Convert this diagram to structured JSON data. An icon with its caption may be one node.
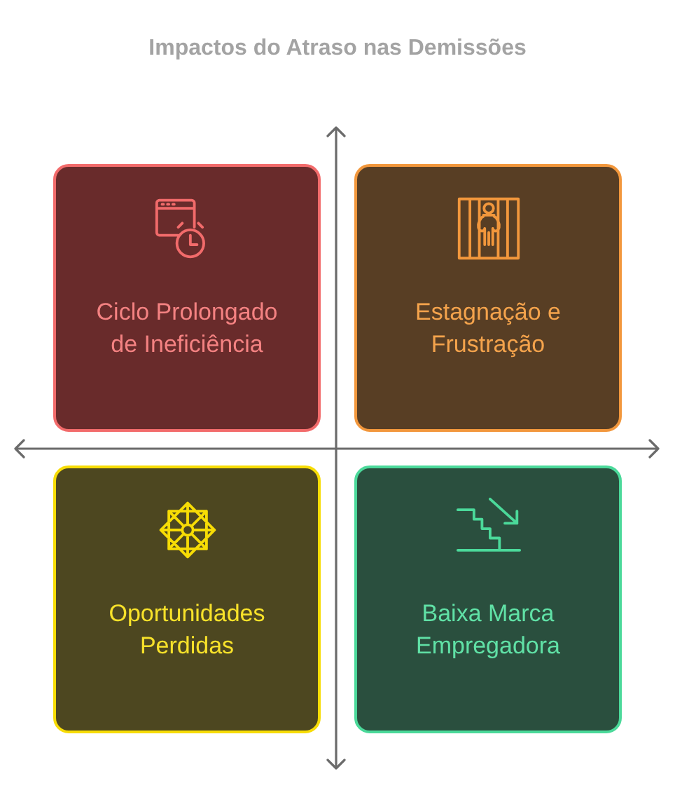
{
  "diagram": {
    "title": "Impactos do Atraso nas Demissões",
    "nodes": [
      {
        "text": [
          "Ciclo Prolongado de Ineficiência"
        ]
      },
      {
        "text": [
          "Estagnação e Frustração"
        ]
      },
      {
        "text": [
          "Oportunidades Perdidas"
        ]
      },
      {
        "text": [
          "Baixa Marca Empregadora"
        ]
      }
    ]
  }
}
